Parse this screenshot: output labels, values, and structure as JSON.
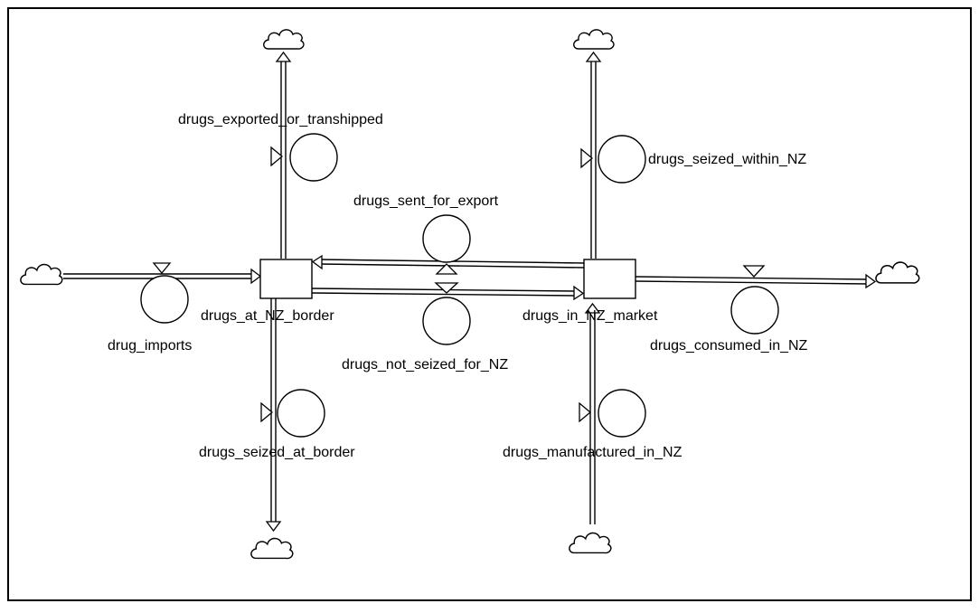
{
  "diagram": {
    "stocks": {
      "border": "drugs_at_NZ_border",
      "market": "drugs_in_NZ_market"
    },
    "flows": {
      "imports": "drug_imports",
      "exported": "drugs_exported_or_transhipped",
      "seized_border": "drugs_seized_at_border",
      "sent_export": "drugs_sent_for_export",
      "not_seized": "drugs_not_seized_for_NZ",
      "seized_within": "drugs_seized_within_NZ",
      "consumed": "drugs_consumed_in_NZ",
      "manufactured": "drugs_manufactured_in_NZ"
    }
  }
}
